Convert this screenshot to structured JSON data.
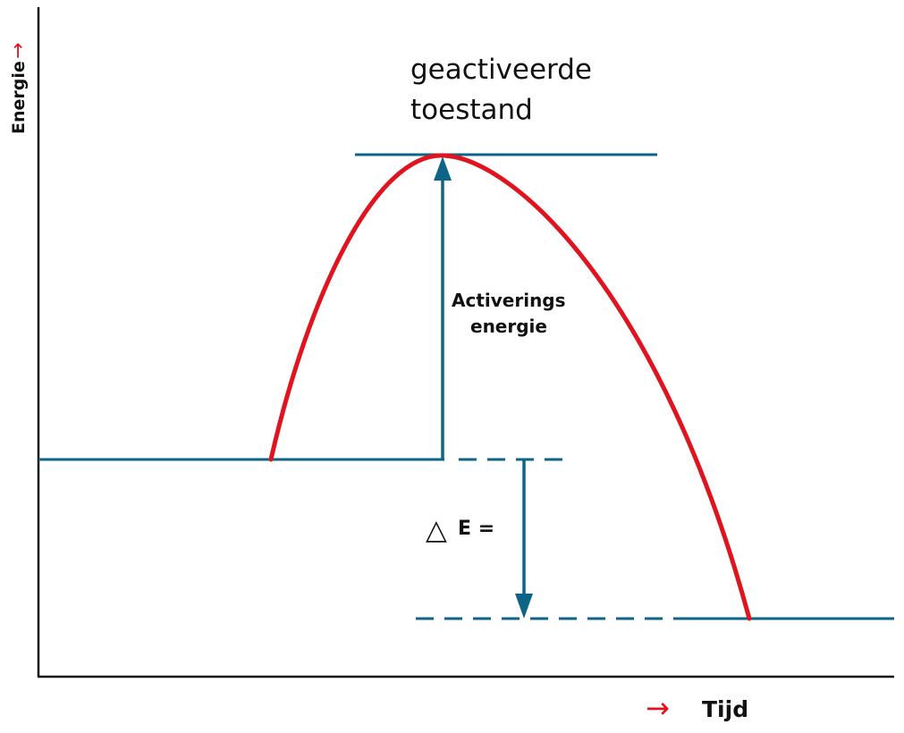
{
  "axes": {
    "y_label": "Energie",
    "x_label": "Tijd",
    "arrow_glyph": "→"
  },
  "labels": {
    "activated_state_line1": "geactiveerde",
    "activated_state_line2": "toestand",
    "activation_energy_line1": "Activerings",
    "activation_energy_line2": "energie",
    "delta_symbol": "△",
    "delta_e": "E ="
  },
  "colors": {
    "curve": "#e0141e",
    "levels": "#0e6486",
    "axes": "#111111",
    "axis_arrows": "#e0141e"
  }
}
